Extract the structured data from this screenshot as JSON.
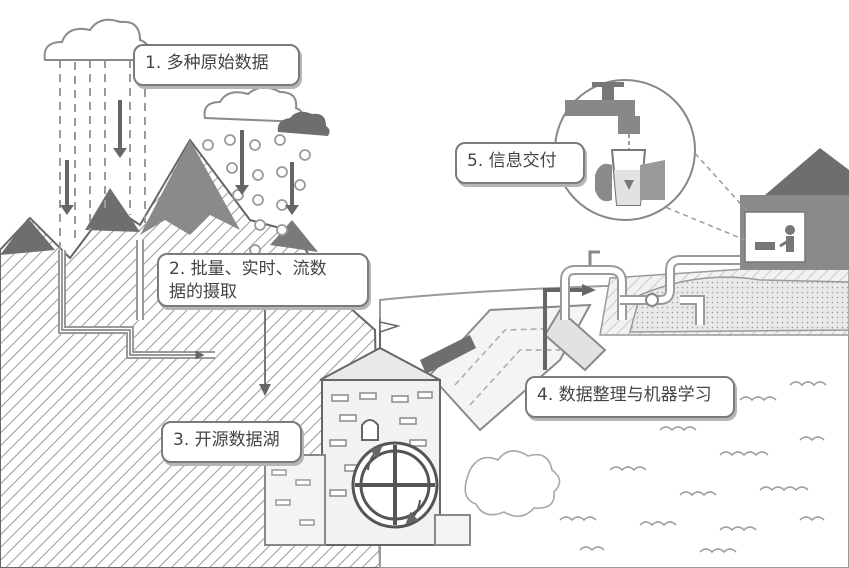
{
  "diagram": {
    "steps": [
      {
        "label": "1. 多种原始数据"
      },
      {
        "label_line1": "2. 批量、实时、流数",
        "label_line2": "据的摄取"
      },
      {
        "label": "3. 开源数据湖"
      },
      {
        "label": "4. 数据整理与机器学习"
      },
      {
        "label": "5. 信息交付"
      }
    ]
  },
  "colors": {
    "stroke": "#555555",
    "fill_light": "#e6e6e6",
    "fill_mid": "#bdbdbd",
    "fill_dark": "#6e6e6e",
    "arrow": "#666666",
    "background": "#ffffff"
  }
}
